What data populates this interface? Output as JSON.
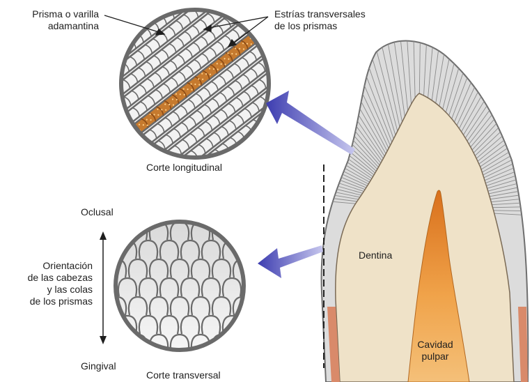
{
  "labels": {
    "rod": [
      "Prisma o varilla",
      "adamantina"
    ],
    "striations": [
      "Estrías transversales",
      "de los prismas"
    ],
    "longitudinal": "Corte longitudinal",
    "transverse": "Corte transversal",
    "occlusal": "Oclusal",
    "gingival": "Gingival",
    "orientation": [
      "Orientación",
      "de las cabezas",
      "y las colas",
      "de los prismas"
    ],
    "dentin": "Dentina",
    "pulp": [
      "Cavidad",
      "pulpar"
    ]
  },
  "colors": {
    "enamel": "#d8d8d8",
    "dentin": "#efe2c8",
    "pulp": "#e8913a",
    "arrow": "#4848b0",
    "rod_highlight": "#c67a2e",
    "outline": "#6e6e6e"
  }
}
